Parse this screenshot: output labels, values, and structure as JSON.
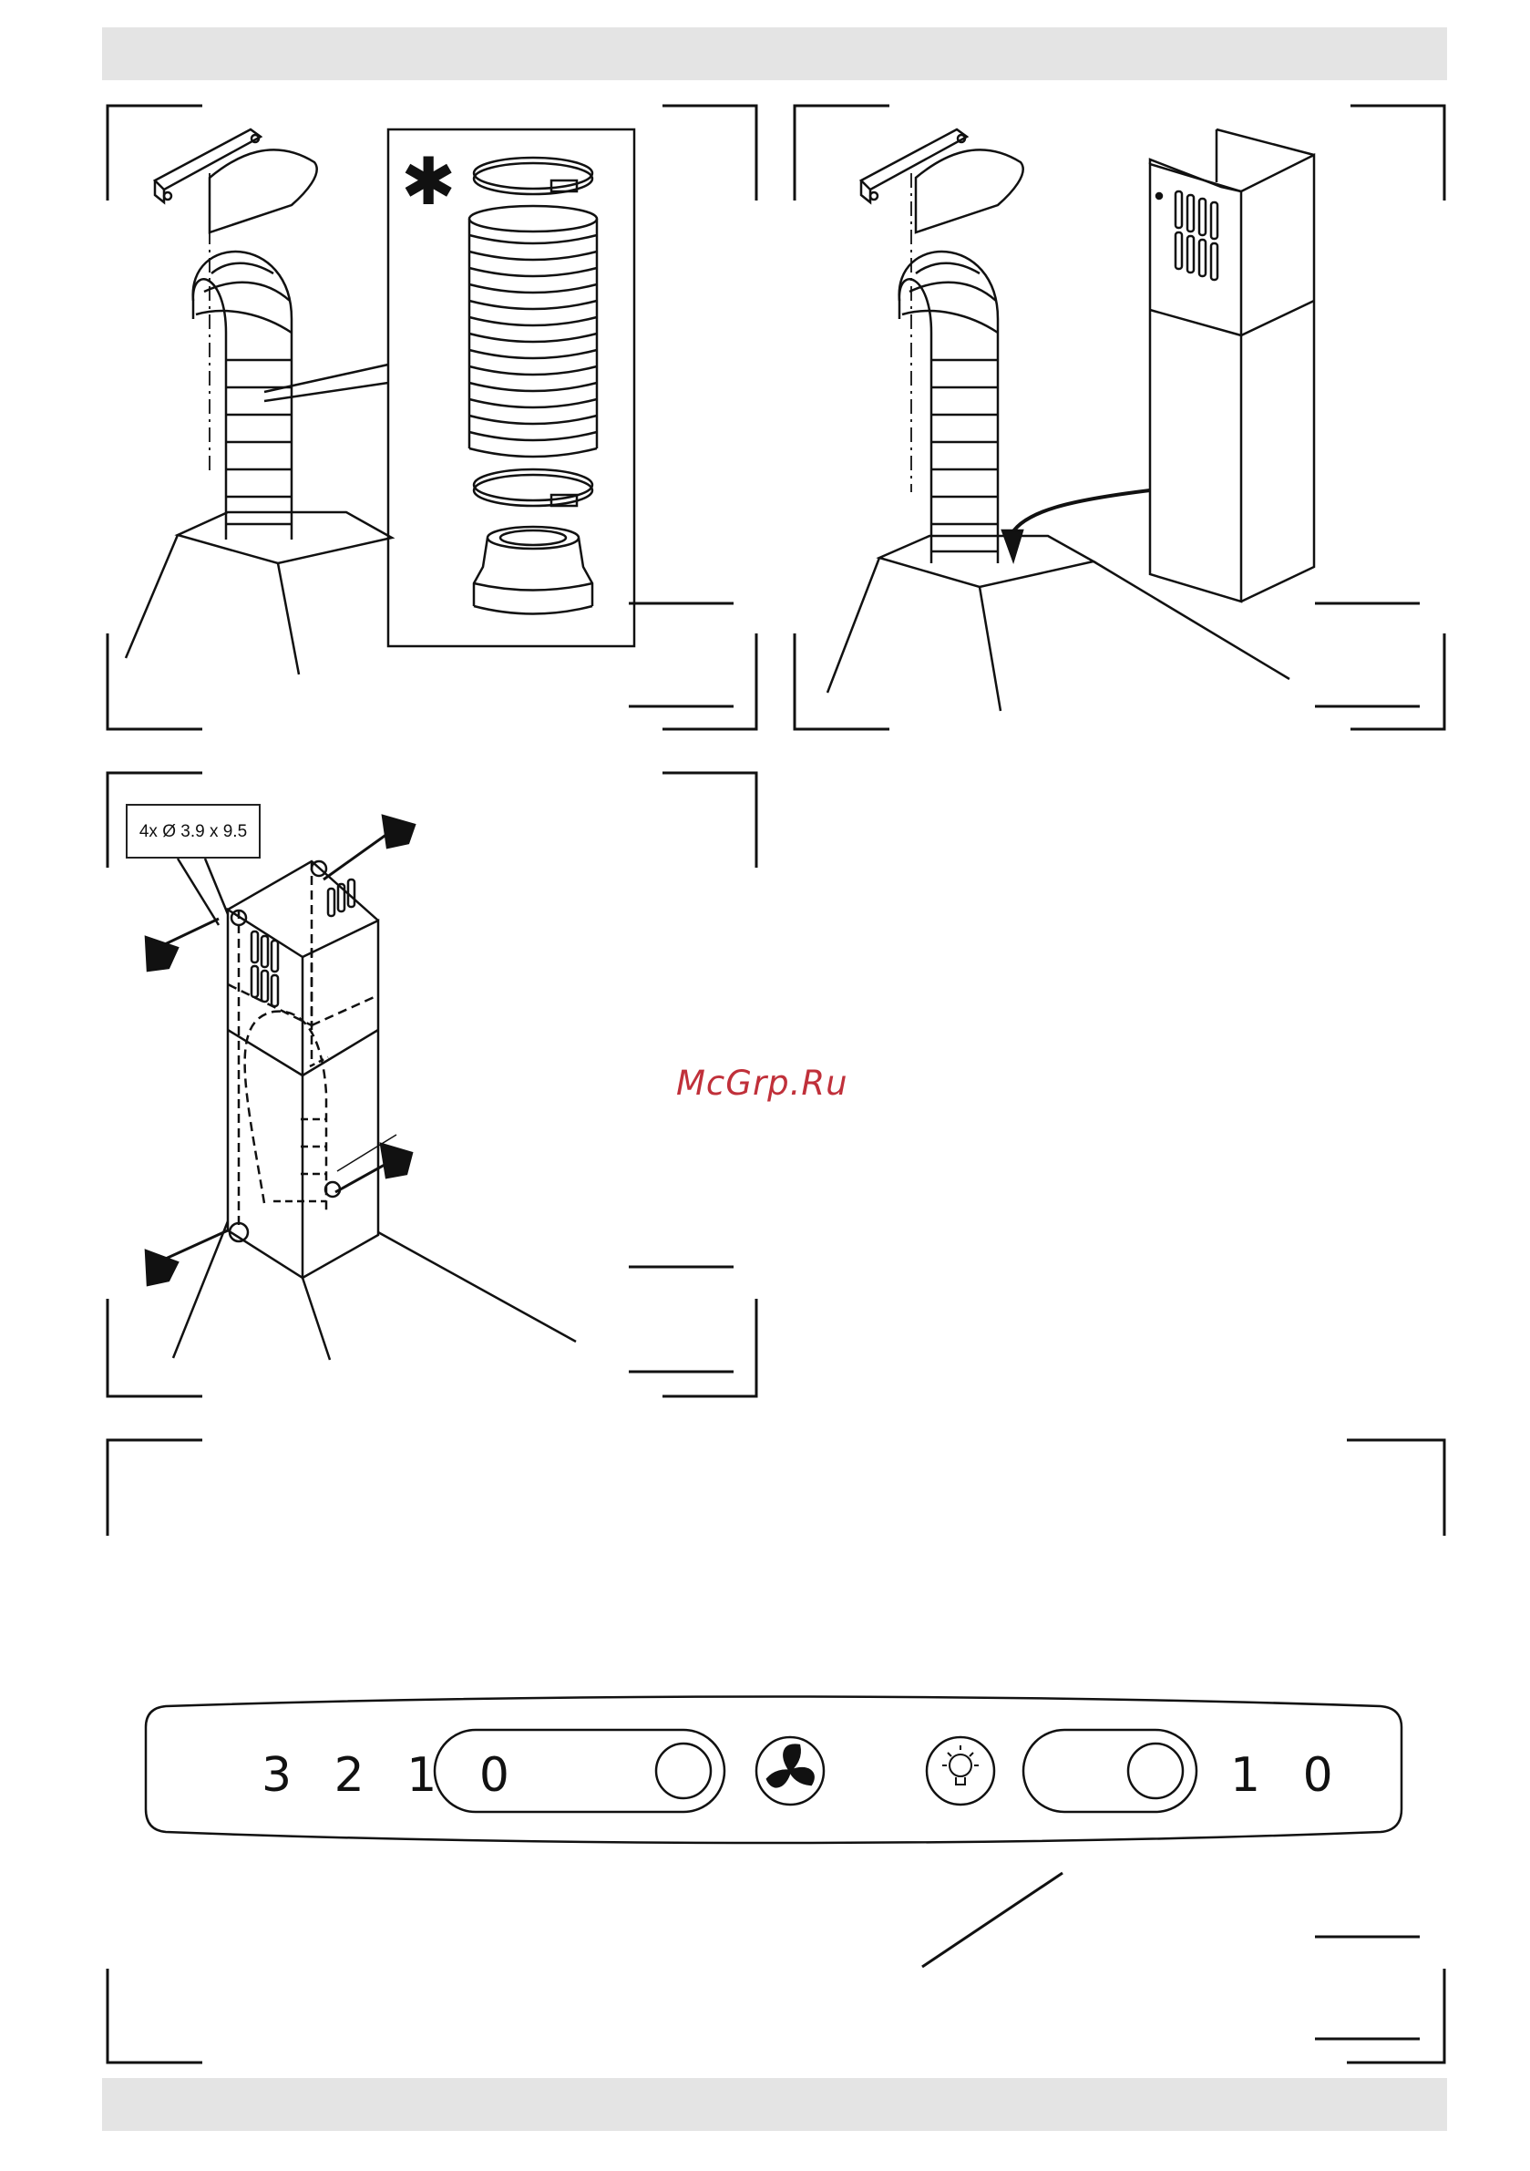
{
  "watermark": "McGrp.Ru",
  "screw_label": "4x Ø 3.9 x 9.5",
  "optional_mark": "✱",
  "control_panel": {
    "motor_speeds": "3 2 1 0",
    "light_positions": "1 0"
  },
  "icons": [
    "fan-icon",
    "light-bulb-icon",
    "screwdriver-icon"
  ]
}
